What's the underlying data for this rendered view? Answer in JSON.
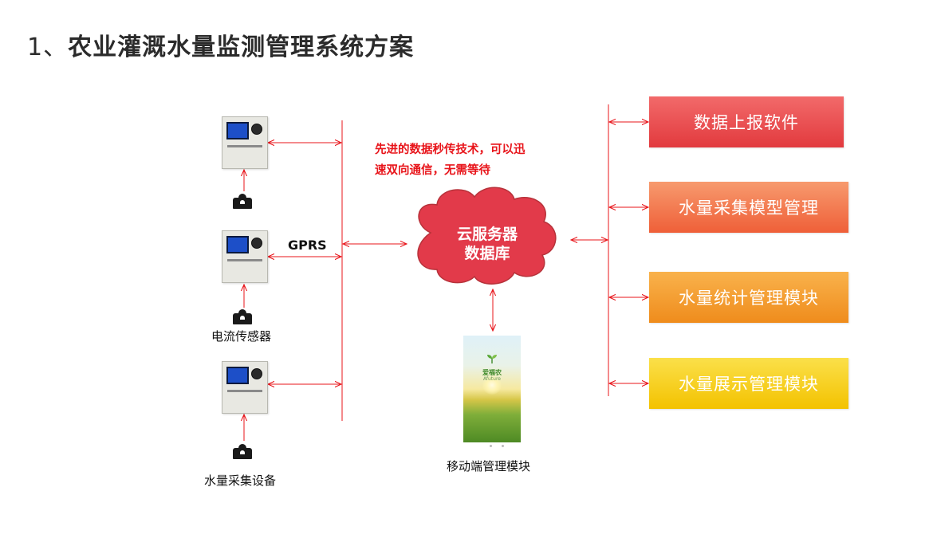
{
  "title": {
    "number": "1、",
    "text": "农业灌溉水量监测管理系统方案"
  },
  "left": {
    "gprs_label": "GPRS",
    "current_sensor_label": "电流传感器",
    "collection_device_label": "水量采集设备"
  },
  "note": {
    "line1": "先进的数据秒传技术，可以迅",
    "line2": "速双向通信，无需等待"
  },
  "cloud": {
    "line1": "云服务器",
    "line2": "数据库"
  },
  "mobile": {
    "app_name": "爱福农",
    "app_subtitle": "Afuture",
    "label": "移动端管理模块"
  },
  "modules": [
    {
      "label": "数据上报软件",
      "color": "#e8484a"
    },
    {
      "label": "水量采集模型管理",
      "color": "#f0784e"
    },
    {
      "label": "水量统计管理模块",
      "color": "#f3a233"
    },
    {
      "label": "水量展示管理模块",
      "color": "#f8d21c"
    }
  ],
  "colors": {
    "arrow": "#e8141a",
    "cloud": "#e23a4a",
    "note": "#e8141a"
  }
}
